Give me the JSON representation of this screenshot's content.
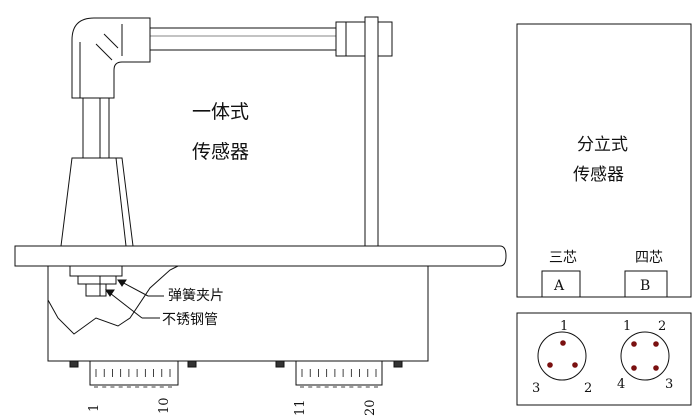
{
  "integrated_sensor": {
    "label_line1": "一体式",
    "label_line2": "传感器",
    "callouts": {
      "spring_clip": "弹簧夹片",
      "stainless_tube": "不锈钢管"
    },
    "connector_left": {
      "start": "1",
      "end": "10"
    },
    "connector_right": {
      "start": "11",
      "end": "20"
    }
  },
  "split_sensor": {
    "label_line1": "分立式",
    "label_line2": "传感器",
    "three_core": {
      "label": "三芯",
      "port": "A",
      "pins": [
        "1",
        "2",
        "3"
      ]
    },
    "four_core": {
      "label": "四芯",
      "port": "B",
      "pins": [
        "1",
        "2",
        "3",
        "4"
      ]
    }
  },
  "colors": {
    "line": "#111111",
    "pin": "#7a1010",
    "fill": "#ffffff"
  }
}
